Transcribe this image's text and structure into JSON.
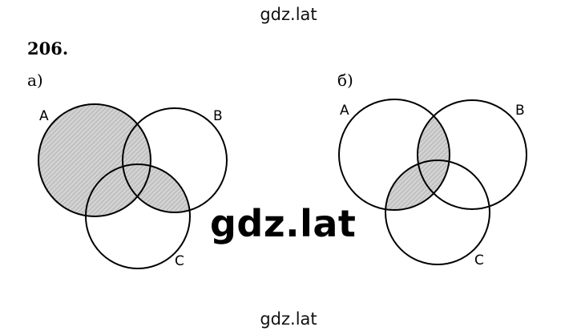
{
  "watermark": {
    "top": "gdz.lat",
    "center": "gdz.lat",
    "bottom": "gdz.lat"
  },
  "problem_number": "206.",
  "parts": [
    {
      "label": "а)",
      "sets": [
        "A",
        "B",
        "C"
      ],
      "shaded_region": "A ∪ (B ∩ C)"
    },
    {
      "label": "б)",
      "sets": [
        "A",
        "B",
        "C"
      ],
      "shaded_region": "(A ∩ B) ∪ (A ∩ C)"
    }
  ],
  "colors": {
    "stroke": "#000000",
    "shade": "#c8c8c8",
    "background": "#ffffff"
  }
}
